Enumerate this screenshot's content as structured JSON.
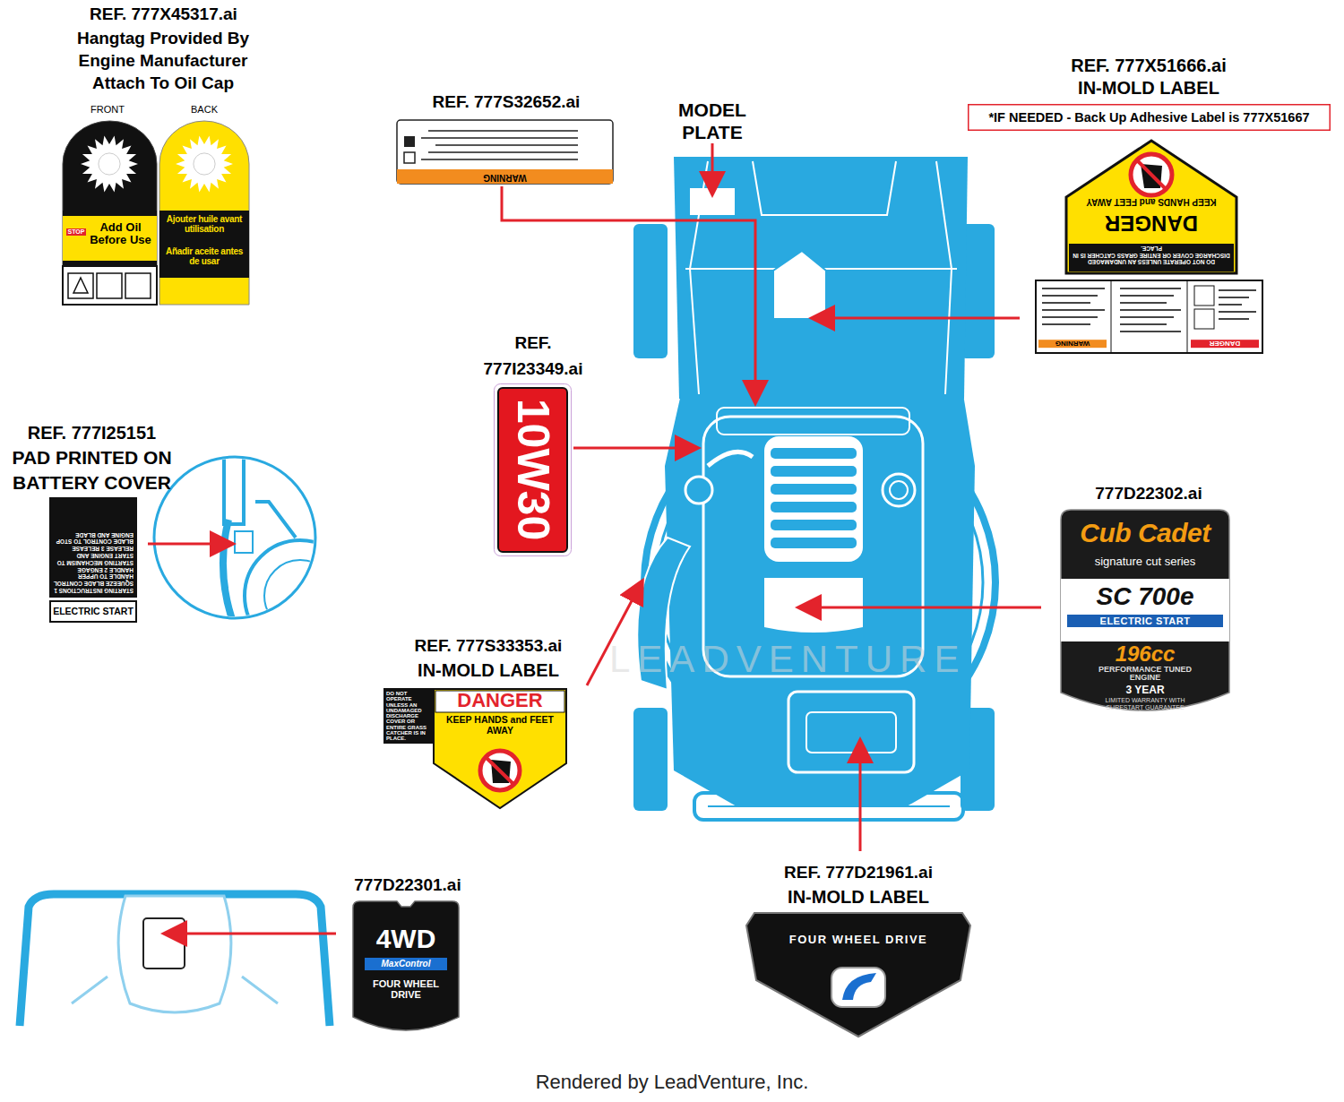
{
  "diagram": {
    "nodes": [
      {
        "text": [
          "STOP",
          "Add Oil Before Use"
        ]
      },
      {
        "text": [
          "Ajouter huile avant utilisation",
          "Añadir aceite antes de usar"
        ]
      },
      {
        "text": [
          "WARNING"
        ]
      },
      {
        "text": [
          "*IF NEEDED - Back Up Adhesive Label is 777X51667"
        ]
      },
      {
        "text": [
          "KEEP HANDS and FEET AWAY",
          "DANGER",
          "DO NOT OPERATE UNLESS AN UNDAMAGED DISCHARGE COVER OR ENTIRE GRASS CATCHER IS IN PLACE.",
          "WARNING",
          "DANGER"
        ]
      },
      {
        "text": [
          "10W30"
        ]
      },
      {
        "text": [
          "STARTING INSTRUCTIONS 1 SQUEEZE BLADE CONTROL HANDLE TO UPPER HANDLE 2 ENGAGE STARTING MECHANISM TO START ENGINE AND RELEASE 3 RELEASE BLADE CONTROL TO STOP ENGINE AND BLADE",
          "ELECTRIC START"
        ]
      },
      {
        "text": [
          "Cub Cadet",
          "signature cut series",
          "SC 700e",
          "ELECTRIC START",
          "196cc",
          "PERFORMANCE TUNED ENGINE",
          "3 YEAR",
          "LIMITED WARRANTY WITH SURESTART GUARANTEE"
        ]
      },
      {
        "text": [
          "DO NOT OPERATE UNLESS AN UNDAMAGED DISCHARGE COVER OR ENTIRE GRASS CATCHER IS IN PLACE.",
          "DANGER",
          "KEEP HANDS and FEET AWAY"
        ]
      },
      {
        "text": [
          "4WD",
          "MaxControl",
          "FOUR WHEEL DRIVE"
        ]
      },
      {
        "text": [
          "FOUR WHEEL DRIVE"
        ]
      }
    ],
    "labels": [
      "REF. 777X45317.ai",
      "Hangtag Provided By Engine Manufacturer Attach To Oil Cap",
      "FRONT",
      "BACK",
      "REF. 777S32652.ai",
      "MODEL PLATE",
      "REF. 777X51666.ai",
      "IN-MOLD LABEL",
      "REF. 777I23349.ai",
      "REF. 777I25151",
      "PAD PRINTED ON BATTERY COVER",
      "777D22302.ai",
      "REF. 777S33353.ai",
      "IN-MOLD LABEL",
      "777D22301.ai",
      "REF. 777D21961.ai",
      "IN-MOLD LABEL",
      "LEADVENTURE",
      "Rendered by LeadVenture, Inc."
    ]
  }
}
